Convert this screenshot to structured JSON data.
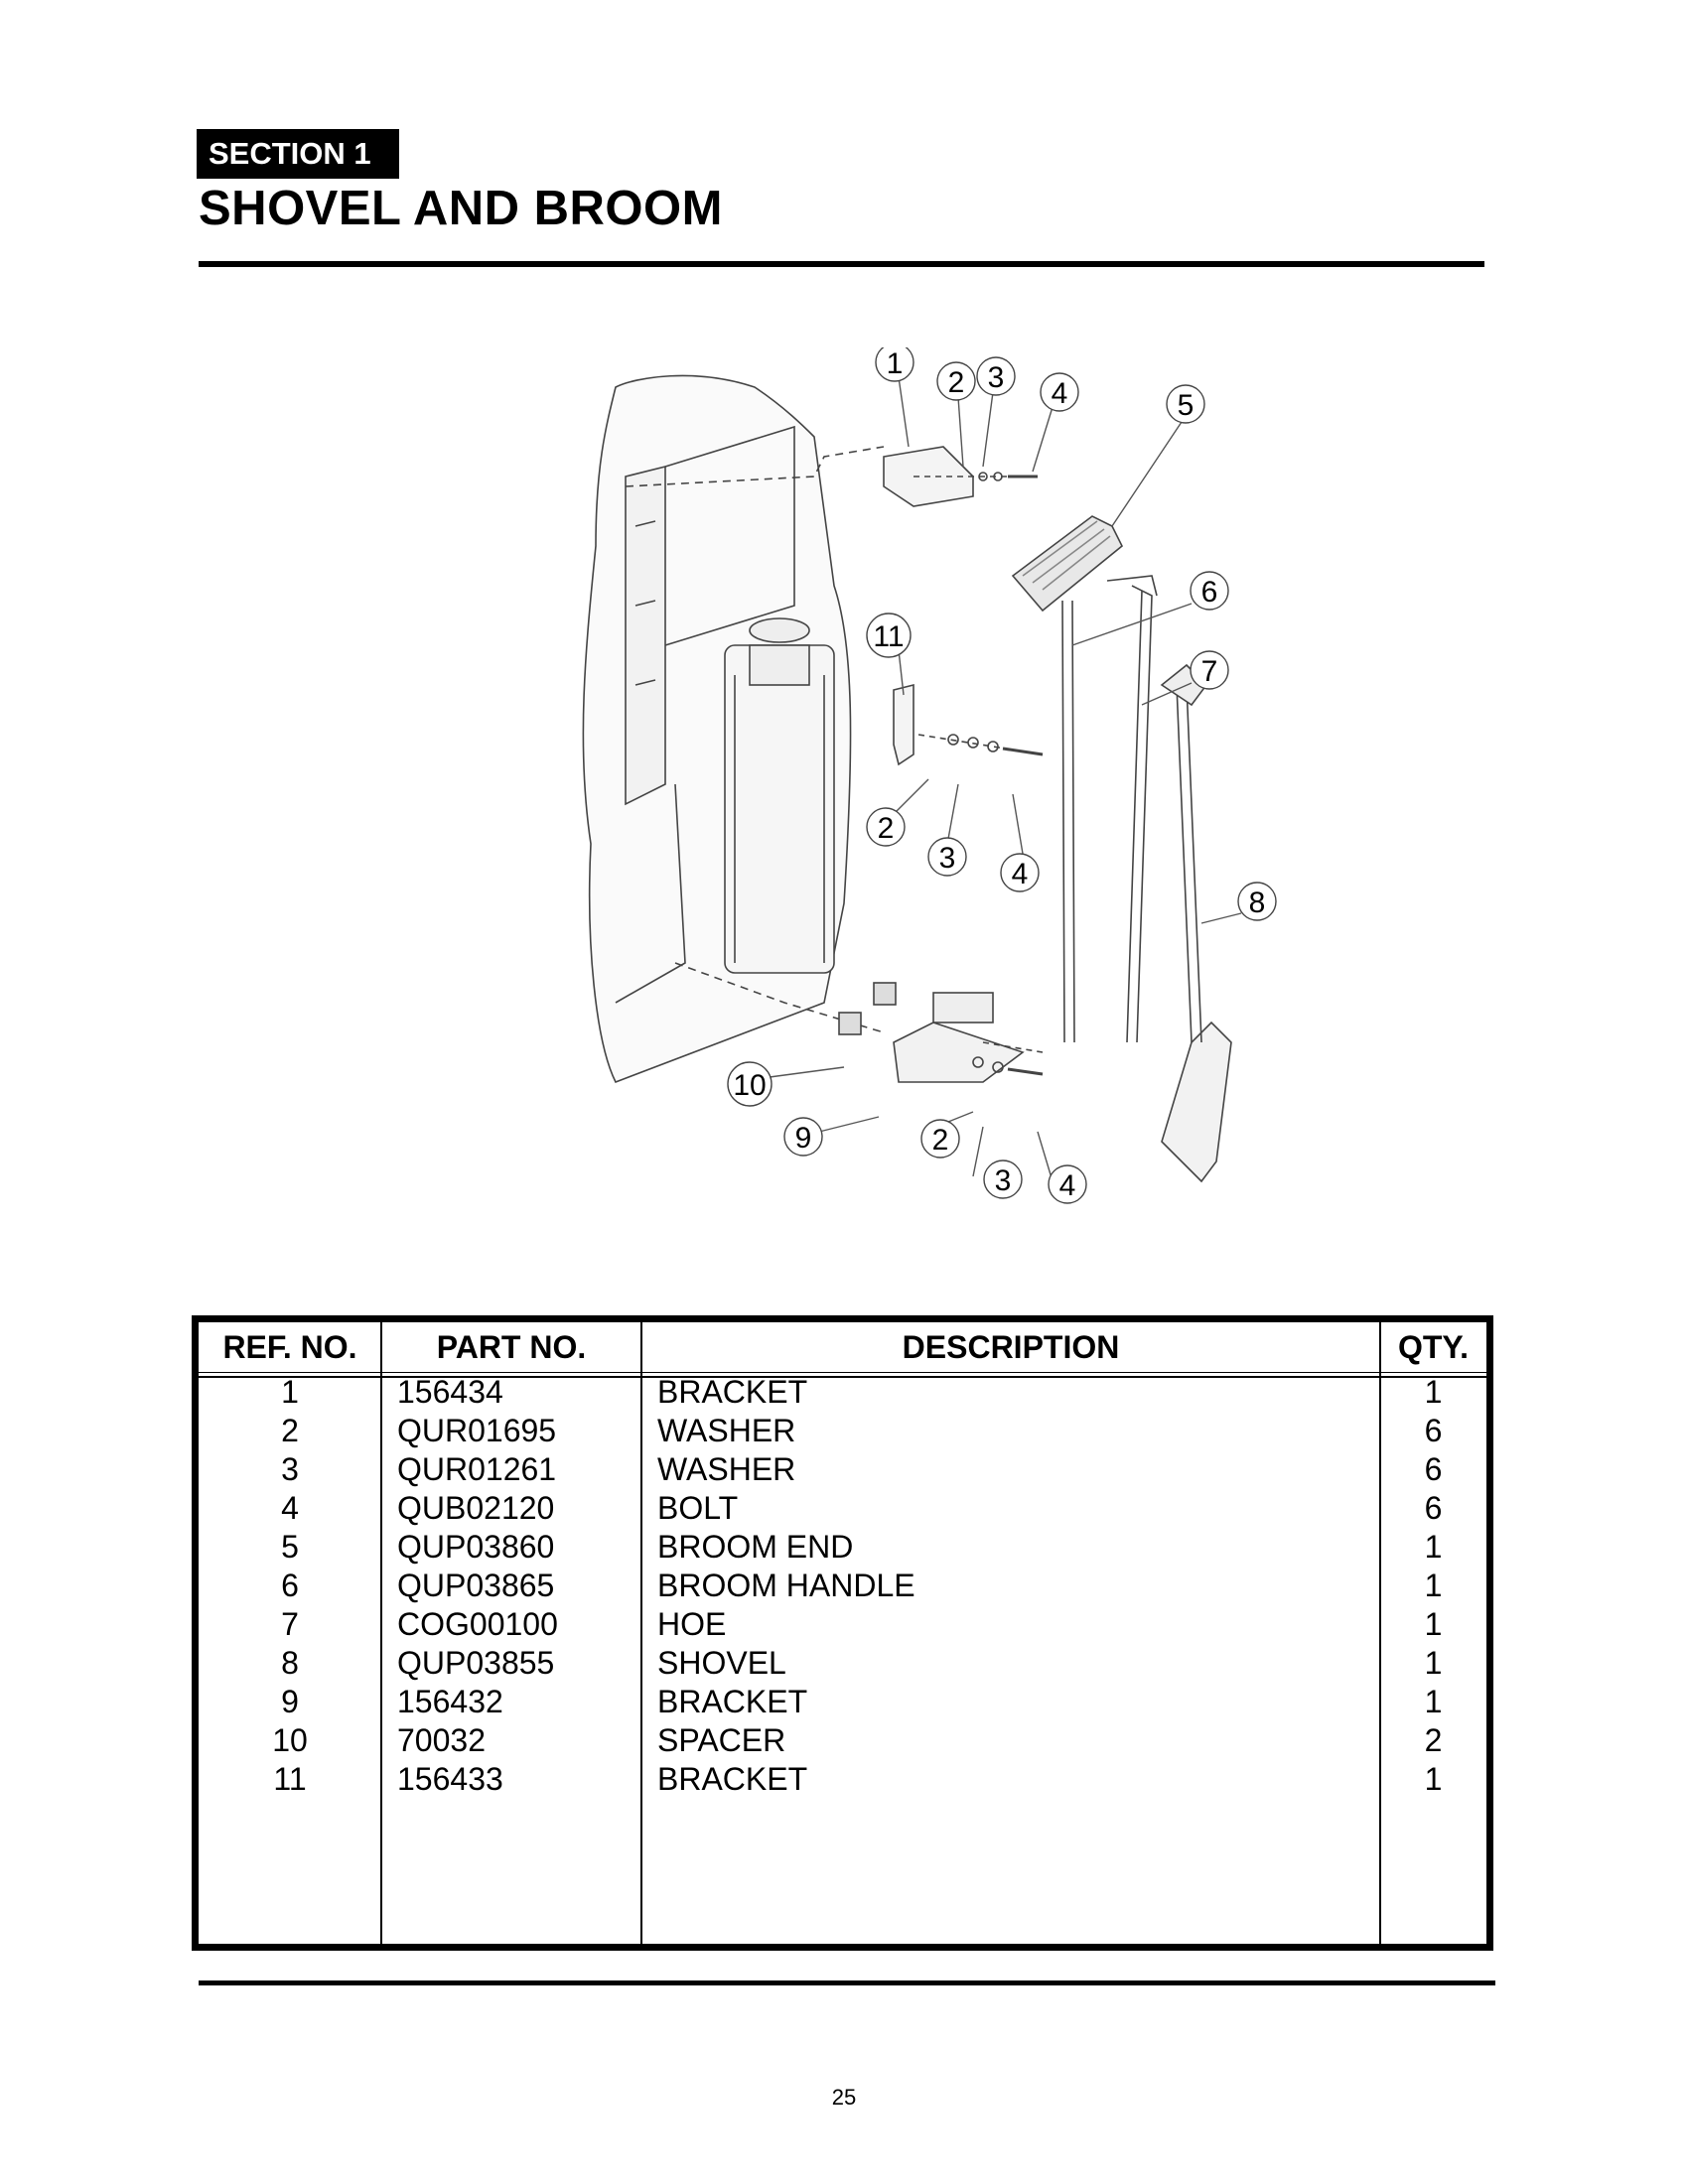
{
  "header": {
    "section_label": "SECTION 1",
    "title": "SHOVEL AND BROOM"
  },
  "diagram": {
    "callouts": [
      "1",
      "2",
      "3",
      "4",
      "5",
      "6",
      "7",
      "8",
      "9",
      "10",
      "11",
      "2",
      "3",
      "4",
      "2",
      "3",
      "4"
    ]
  },
  "parts_table": {
    "columns": [
      "REF. NO.",
      "PART NO.",
      "DESCRIPTION",
      "QTY."
    ],
    "rows": [
      {
        "ref": "1",
        "part": "156434",
        "desc": "BRACKET",
        "qty": "1"
      },
      {
        "ref": "2",
        "part": "QUR01695",
        "desc": "WASHER",
        "qty": "6"
      },
      {
        "ref": "3",
        "part": "QUR01261",
        "desc": "WASHER",
        "qty": "6"
      },
      {
        "ref": "4",
        "part": "QUB02120",
        "desc": "BOLT",
        "qty": "6"
      },
      {
        "ref": "5",
        "part": "QUP03860",
        "desc": "BROOM END",
        "qty": "1"
      },
      {
        "ref": "6",
        "part": "QUP03865",
        "desc": "BROOM HANDLE",
        "qty": "1"
      },
      {
        "ref": "7",
        "part": "COG00100",
        "desc": "HOE",
        "qty": "1"
      },
      {
        "ref": "8",
        "part": "QUP03855",
        "desc": "SHOVEL",
        "qty": "1"
      },
      {
        "ref": "9",
        "part": "156432",
        "desc": "BRACKET",
        "qty": "1"
      },
      {
        "ref": "10",
        "part": "70032",
        "desc": "SPACER",
        "qty": "2"
      },
      {
        "ref": "11",
        "part": "156433",
        "desc": "BRACKET",
        "qty": "1"
      }
    ]
  },
  "footer": {
    "page_number": "25"
  }
}
